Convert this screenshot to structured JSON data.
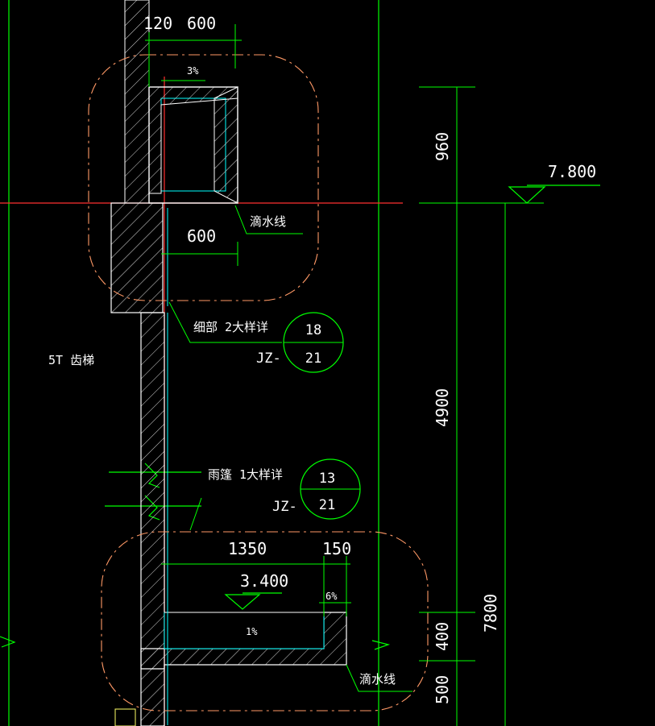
{
  "dimensions": {
    "top_120": "120",
    "top_600": "600",
    "mid_600": "600",
    "d_960": "960",
    "d_4900": "4900",
    "d_7800": "7800",
    "d_1350": "1350",
    "d_150": "150",
    "d_400": "400",
    "d_500": "500"
  },
  "elevations": {
    "upper": "7.800",
    "lower": "3.400"
  },
  "slopes": {
    "top": "3%",
    "canopy_edge": "6%",
    "canopy": "1%"
  },
  "labels": {
    "drip_upper": "滴水线",
    "drip_lower": "滴水线",
    "detail_upper": "细部  2大样详",
    "detail_lower": "雨篷  1大样详",
    "axis_label": "5T  齿梯"
  },
  "callouts": {
    "upper": {
      "num": "18",
      "sheet": "21",
      "prefix": "JZ-"
    },
    "lower": {
      "num": "13",
      "sheet": "21",
      "prefix": "JZ-"
    }
  },
  "colors": {
    "background": "#000000",
    "outline": "#00ff00",
    "wall": "#ffffff",
    "hatch": "#d9d9d9",
    "axis_red": "#ff3030",
    "inner_cyan": "#00ffff",
    "cloud": "#ff9966"
  }
}
